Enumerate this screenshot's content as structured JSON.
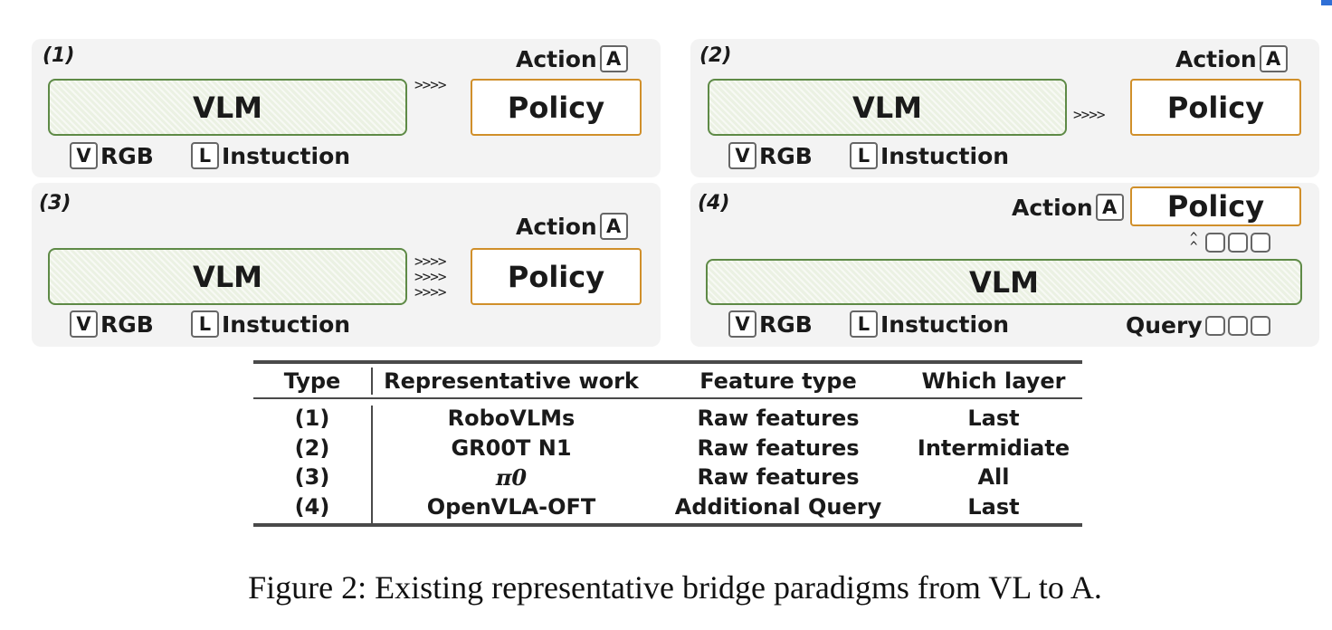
{
  "panels": [
    {
      "num": "(1)",
      "vlm": "VLM",
      "policy": "Policy",
      "action": "Action",
      "action_key": "A",
      "arrows": [
        ">>>>"
      ],
      "rgb_key": "V",
      "rgb": "RGB",
      "instr_key": "L",
      "instr": "Instuction"
    },
    {
      "num": "(2)",
      "vlm": "VLM",
      "policy": "Policy",
      "action": "Action",
      "action_key": "A",
      "arrows": [
        ">>>>"
      ],
      "rgb_key": "V",
      "rgb": "RGB",
      "instr_key": "L",
      "instr": "Instuction"
    },
    {
      "num": "(3)",
      "vlm": "VLM",
      "policy": "Policy",
      "action": "Action",
      "action_key": "A",
      "arrows": [
        ">>>>",
        ">>>>",
        ">>>>"
      ],
      "rgb_key": "V",
      "rgb": "RGB",
      "instr_key": "L",
      "instr": "Instuction"
    },
    {
      "num": "(4)",
      "vlm": "VLM",
      "policy": "Policy",
      "action": "Action",
      "action_key": "A",
      "caret": "^\n^",
      "rgb_key": "V",
      "rgb": "RGB",
      "instr_key": "L",
      "instr": "Instuction",
      "query": "Query"
    }
  ],
  "table": {
    "headers": [
      "Type",
      "Representative work",
      "Feature type",
      "Which layer"
    ],
    "rows": [
      [
        "(1)",
        "RoboVLMs",
        "Raw features",
        "Last"
      ],
      [
        "(2)",
        "GR00T N1",
        "Raw features",
        "Intermidiate"
      ],
      [
        "(3)",
        "π0",
        "Raw features",
        "All"
      ],
      [
        "(4)",
        "OpenVLA-OFT",
        "Additional Query",
        "Last"
      ]
    ]
  },
  "caption": "Figure 2: Existing representative bridge paradigms from VL to A.",
  "colors": {
    "vlm_border": "#5e8a46",
    "policy_border": "#d08f2a",
    "panel_bg": "#f3f3f3"
  }
}
